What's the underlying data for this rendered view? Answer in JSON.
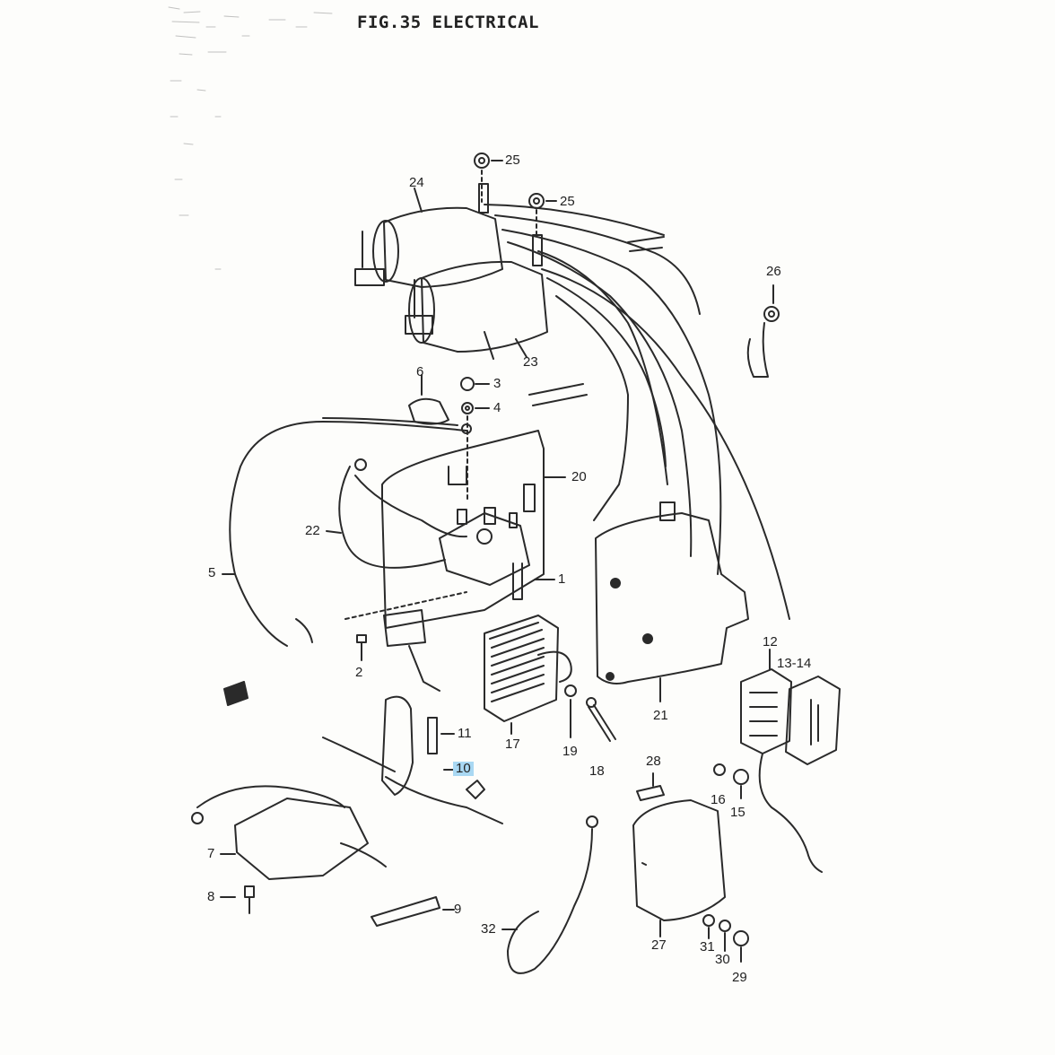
{
  "figure": {
    "title": "FIG.35  ELECTRICAL"
  },
  "callouts": [
    {
      "id": "c25a",
      "text": "25"
    },
    {
      "id": "c25b",
      "text": "25"
    },
    {
      "id": "c24",
      "text": "24"
    },
    {
      "id": "c26",
      "text": "26"
    },
    {
      "id": "c23",
      "text": "23"
    },
    {
      "id": "c6",
      "text": "6"
    },
    {
      "id": "c3",
      "text": "3"
    },
    {
      "id": "c4",
      "text": "4"
    },
    {
      "id": "c20",
      "text": "20"
    },
    {
      "id": "c22",
      "text": "22"
    },
    {
      "id": "c5",
      "text": "5"
    },
    {
      "id": "c1",
      "text": "1"
    },
    {
      "id": "c2",
      "text": "2"
    },
    {
      "id": "c12",
      "text": "12"
    },
    {
      "id": "c13_14",
      "text": "13-14"
    },
    {
      "id": "c21",
      "text": "21"
    },
    {
      "id": "c11",
      "text": "11"
    },
    {
      "id": "c10",
      "text": "10",
      "highlight": true
    },
    {
      "id": "c17",
      "text": "17"
    },
    {
      "id": "c19",
      "text": "19"
    },
    {
      "id": "c18",
      "text": "18"
    },
    {
      "id": "c28",
      "text": "28"
    },
    {
      "id": "c16",
      "text": "16"
    },
    {
      "id": "c15",
      "text": "15"
    },
    {
      "id": "c7",
      "text": "7"
    },
    {
      "id": "c8",
      "text": "8"
    },
    {
      "id": "c9",
      "text": "9"
    },
    {
      "id": "c32",
      "text": "32"
    },
    {
      "id": "c27",
      "text": "27"
    },
    {
      "id": "c31",
      "text": "31"
    },
    {
      "id": "c30",
      "text": "30"
    },
    {
      "id": "c29",
      "text": "29"
    }
  ],
  "colors": {
    "ink": "#2a2a2a",
    "highlight": "#a9d8f3",
    "paper": "#fdfdfb"
  }
}
